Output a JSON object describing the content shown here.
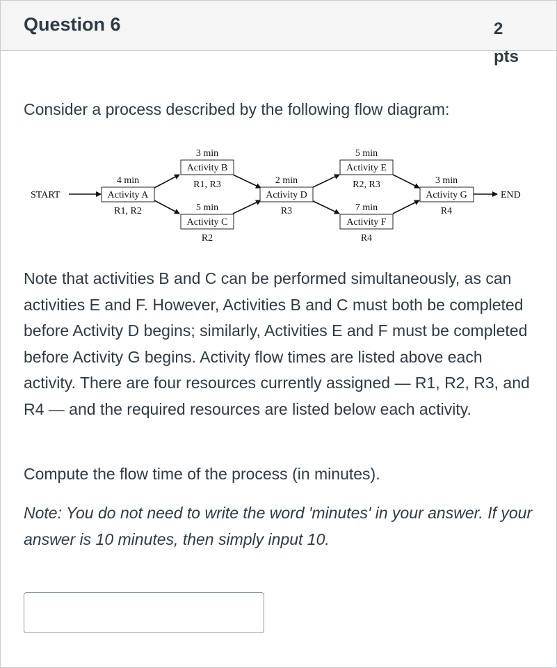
{
  "question": {
    "title": "Question 6",
    "points_value": "2",
    "points_unit": "pts"
  },
  "intro": "Consider a process described by the following flow diagram:",
  "diagram": {
    "start_label": "START",
    "end_label": "END",
    "activities": [
      {
        "id": "A",
        "name": "Activity A",
        "time": "4 min",
        "resources": "R1, R2"
      },
      {
        "id": "B",
        "name": "Activity B",
        "time": "3 min",
        "resources": "R1, R3"
      },
      {
        "id": "C",
        "name": "Activity C",
        "time": "5 min",
        "resources": "R2"
      },
      {
        "id": "D",
        "name": "Activity D",
        "time": "2 min",
        "resources": "R3"
      },
      {
        "id": "E",
        "name": "Activity E",
        "time": "5 min",
        "resources": "R2, R3"
      },
      {
        "id": "F",
        "name": "Activity F",
        "time": "7 min",
        "resources": "R4"
      },
      {
        "id": "G",
        "name": "Activity G",
        "time": "3 min",
        "resources": "R4"
      }
    ]
  },
  "body_note": "Note that activities B and C can be performed simultaneously, as can activities E and F. However, Activities B and C must both be completed before Activity D begins; similarly, Activities E and F must be completed before Activity G begins. Activity flow times are listed above each activity. There are four resources currently assigned — R1, R2, R3, and R4 — and the required resources are listed below each activity.",
  "compute_prompt": "Compute the flow time of the process (in minutes).",
  "hint": "Note: You do not need to write the word 'minutes' in your answer. If your answer is 10 minutes, then simply input 10.",
  "answer": {
    "value": "",
    "placeholder": ""
  }
}
